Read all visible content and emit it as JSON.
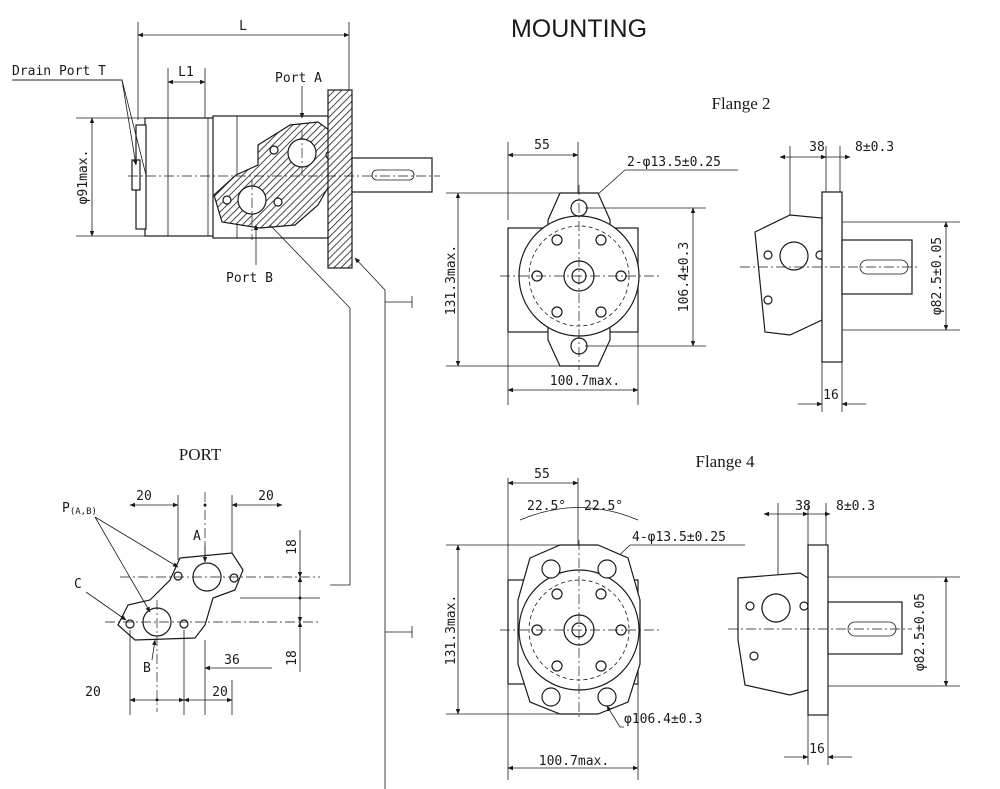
{
  "title": "MOUNTING",
  "side_view": {
    "L": "L",
    "L1": "L1",
    "drain_port": "Drain Port T",
    "port_a": "Port A",
    "port_b": "Port B",
    "diameter_max": "φ91max."
  },
  "flange2": {
    "title": "Flange 2",
    "holes": "2-φ13.5±0.25",
    "width_55": "55",
    "height": "131.3max.",
    "bolt_circle": "106.4±0.3",
    "width_max": "100.7max.",
    "dim_38": "38",
    "dim_8": "8±0.3",
    "pilot": "φ82.5±0.05",
    "dim_16": "16"
  },
  "flange4": {
    "title": "Flange 4",
    "width_55": "55",
    "angle_left": "22.5°",
    "angle_right": "22.5°",
    "holes": "4-φ13.5±0.25",
    "height": "131.3max.",
    "bolt_circle": "φ106.4±0.3",
    "width_max": "100.7max.",
    "dim_38": "38",
    "dim_8": "8±0.3",
    "pilot": "φ82.5±0.05",
    "dim_16": "16"
  },
  "port": {
    "title": "PORT",
    "p_label": "P",
    "p_sub": "(A,B)",
    "a_label": "A",
    "b_label": "B",
    "c_label": "C",
    "top_left_20": "20",
    "top_right_20": "20",
    "right_18_top": "18",
    "right_18_bottom": "18",
    "dim_36": "36",
    "bottom_left_20": "20",
    "bottom_right_20": "20"
  }
}
